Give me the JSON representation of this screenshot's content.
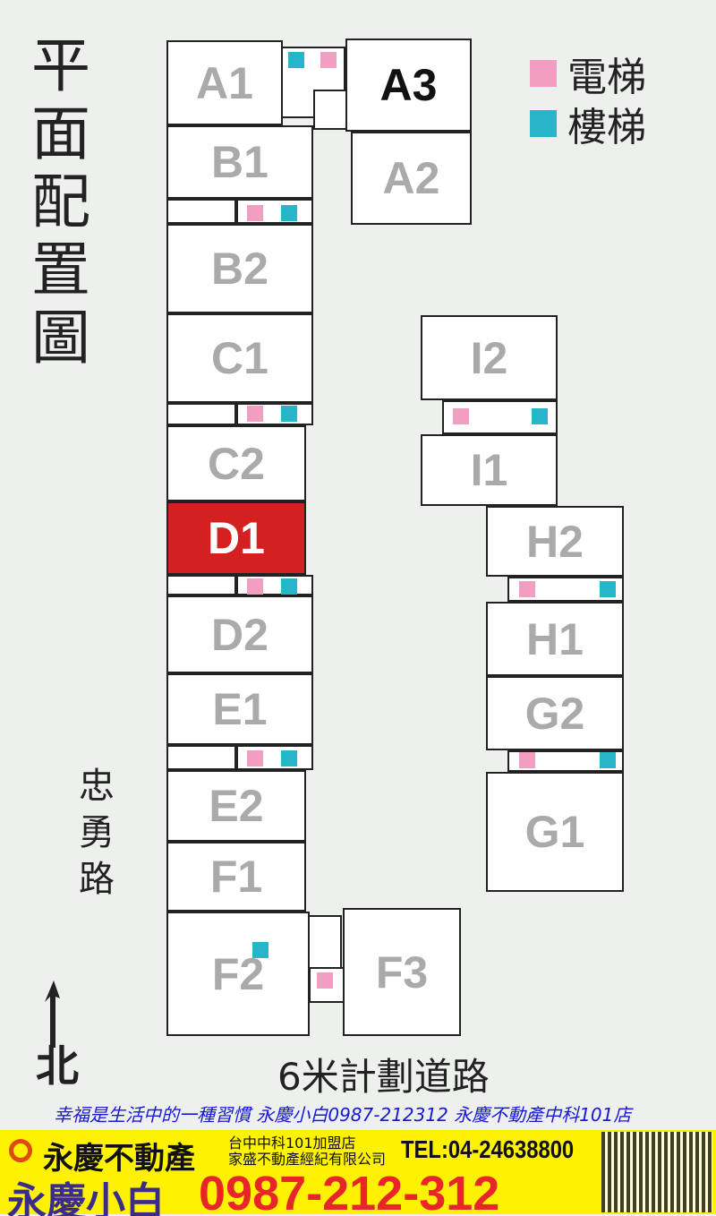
{
  "title": "平面配置圖",
  "legend": [
    {
      "label": "電梯",
      "color": "#f19ec2"
    },
    {
      "label": "樓梯",
      "color": "#27b5c9"
    }
  ],
  "units": [
    "A1",
    "A3",
    "A2",
    "B1",
    "B2",
    "C1",
    "C2",
    "D1",
    "D2",
    "E1",
    "E2",
    "F1",
    "F2",
    "F3",
    "I2",
    "I1",
    "H2",
    "H1",
    "G2",
    "G1"
  ],
  "highlighted_unit": "D1",
  "road_left": "忠勇路",
  "road_bottom": "6米計劃道路",
  "north_label": "北",
  "watermark": "幸福是生活中的一種習慣 永慶小白0987-212312 永慶不動產中科101店",
  "banner": {
    "brand": "永慶不動產",
    "store_line1": "台中中科101加盟店",
    "store_line2": "家盛不動產經紀有限公司",
    "tel": "TEL:04-24638800",
    "agent": "永慶小白",
    "mobile": "0987-212-312"
  }
}
